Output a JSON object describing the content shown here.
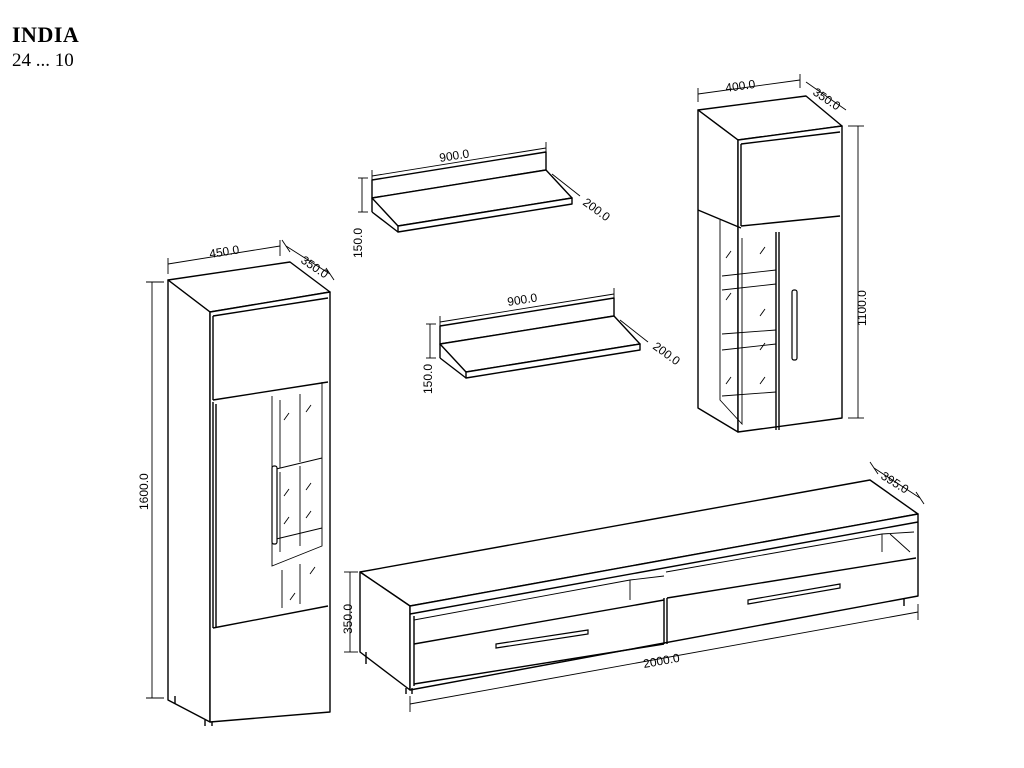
{
  "header": {
    "title": "INDIA",
    "subtitle": "24 ... 10"
  },
  "dimensions": {
    "tall_cabinet_width": "450.0",
    "tall_cabinet_depth": "350.0",
    "tall_cabinet_height": "1600.0",
    "shelf_top_length": "900.0",
    "shelf_top_depth": "200.0",
    "shelf_top_height": "150.0",
    "shelf_bottom_length": "900.0",
    "shelf_bottom_depth": "200.0",
    "shelf_bottom_height": "150.0",
    "wall_cabinet_width": "400.0",
    "wall_cabinet_depth": "350.0",
    "wall_cabinet_height": "1100.0",
    "tv_unit_length": "2000.0",
    "tv_unit_depth": "395.0",
    "tv_unit_height": "350.0"
  }
}
